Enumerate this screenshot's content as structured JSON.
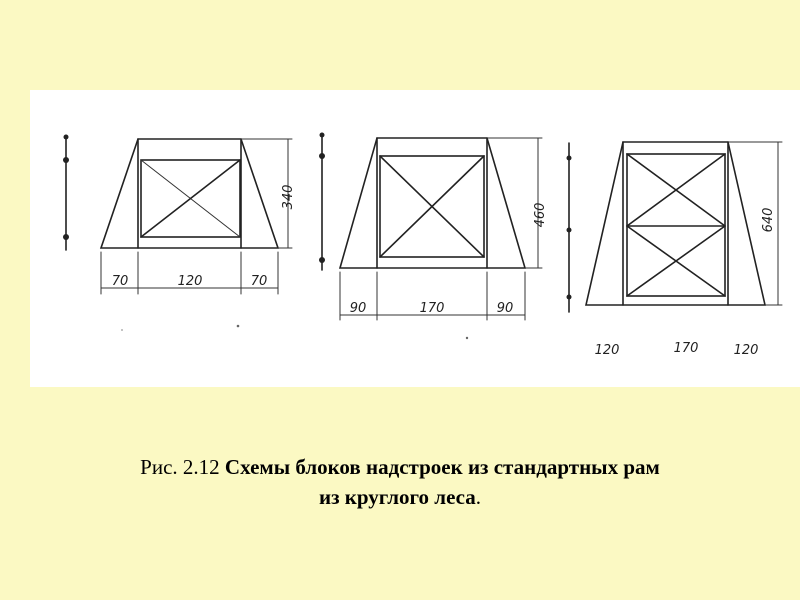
{
  "caption": {
    "prefix": "Рис. 2.12 ",
    "line1": "Схемы блоков надстроек из стандартных рам",
    "line2": "из круглого леса",
    "end": "."
  },
  "frames": [
    {
      "width_dims": {
        "left": "70",
        "center": "120",
        "right": "70"
      },
      "height_dim": "340"
    },
    {
      "width_dims": {
        "left": "90",
        "center": "170",
        "right": "90"
      },
      "height_dim": "460"
    },
    {
      "width_dims": {
        "left": "120",
        "center": "170",
        "right": "120"
      },
      "height_dim": "640"
    }
  ]
}
